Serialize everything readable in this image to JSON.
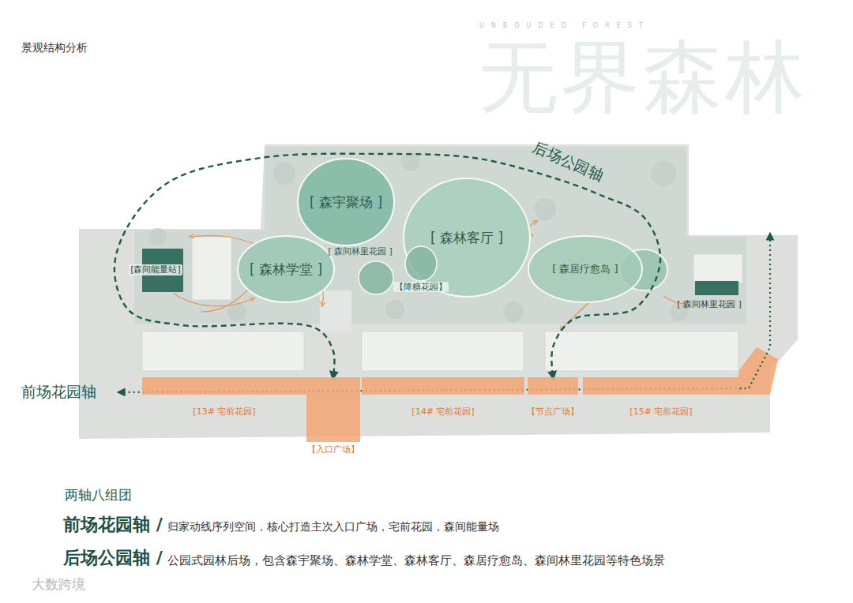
{
  "diagram": {
    "title": "景观结构分析",
    "nodes": [
      {
        "text": [
          "[ 森宇聚场 ]"
        ]
      },
      {
        "text": [
          "[ 森林学堂 ]"
        ]
      },
      {
        "text": [
          "[ 森间林里花园 ]"
        ]
      },
      {
        "text": [
          "[ 森林客厅 ]"
        ]
      },
      {
        "text": [
          "【降糖花园】"
        ]
      },
      {
        "text": [
          "[ 森居疗愈岛 ]"
        ]
      },
      {
        "text": [
          "[森间能量站]"
        ]
      },
      {
        "text": [
          "[ 森间林里花园 ]"
        ]
      },
      {
        "text": [
          "[13# 宅前花园]"
        ]
      },
      {
        "text": [
          "【入口广场】"
        ]
      },
      {
        "text": [
          "[14# 宅前花园]"
        ]
      },
      {
        "text": [
          "【节点广场】"
        ]
      },
      {
        "text": [
          "[15# 宅前花园]"
        ]
      }
    ],
    "edges": [
      {
        "from": 11,
        "to": 9,
        "arrow": "both"
      }
    ],
    "labels": [
      "UNBOUDED FOREST",
      "无界森林",
      "后场公园轴",
      "前场花园轴",
      "两轴八组团",
      "前场花园轴 /",
      "归家动线序列空间，核心打造主次入口广场，宅前花园，森间能量场",
      "后场公园轴 /",
      "公园式园林后场，包含森宇聚场、森林学堂、森林客厅、森居疗愈岛、森间林里花园等特色场景",
      "大数跨境"
    ]
  }
}
